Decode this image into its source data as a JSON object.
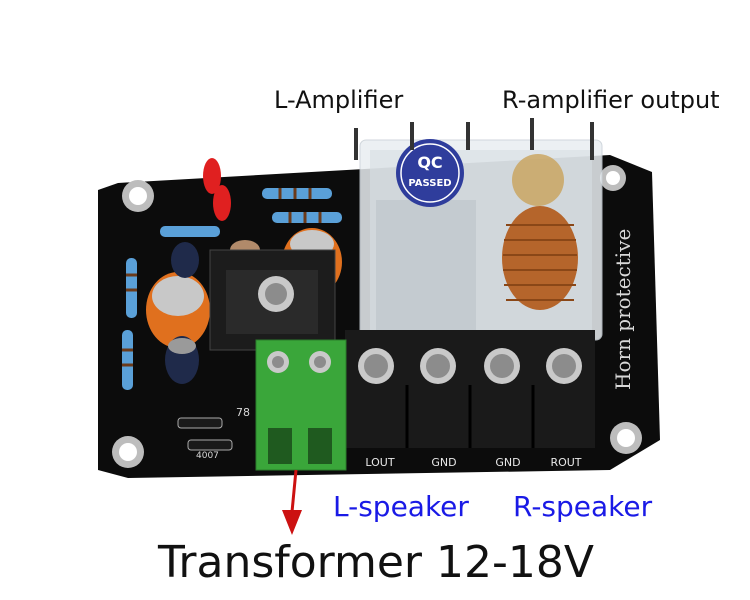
{
  "labels": {
    "left_amplifier": "L-Amplifier",
    "right_amplifier_output": "R-amplifier output",
    "left_speaker": "L-speaker",
    "right_speaker": "R-speaker",
    "transformer": "Transformer 12-18V"
  },
  "board": {
    "relay_badge_top": "QC",
    "relay_badge_bottom": "PASSED",
    "side_text": "Horn protective",
    "terminal_labels": [
      "LOUT",
      "GND",
      "GND",
      "ROUT"
    ],
    "regulator_marking": "78",
    "diode_marking": "4007"
  },
  "colors": {
    "pcb": "#0c0c0c",
    "speaker_label": "#1a1ae6",
    "arrow": "#cc1111",
    "terminal_block": "#3aa63a",
    "relay_coil": "#b5652b"
  }
}
